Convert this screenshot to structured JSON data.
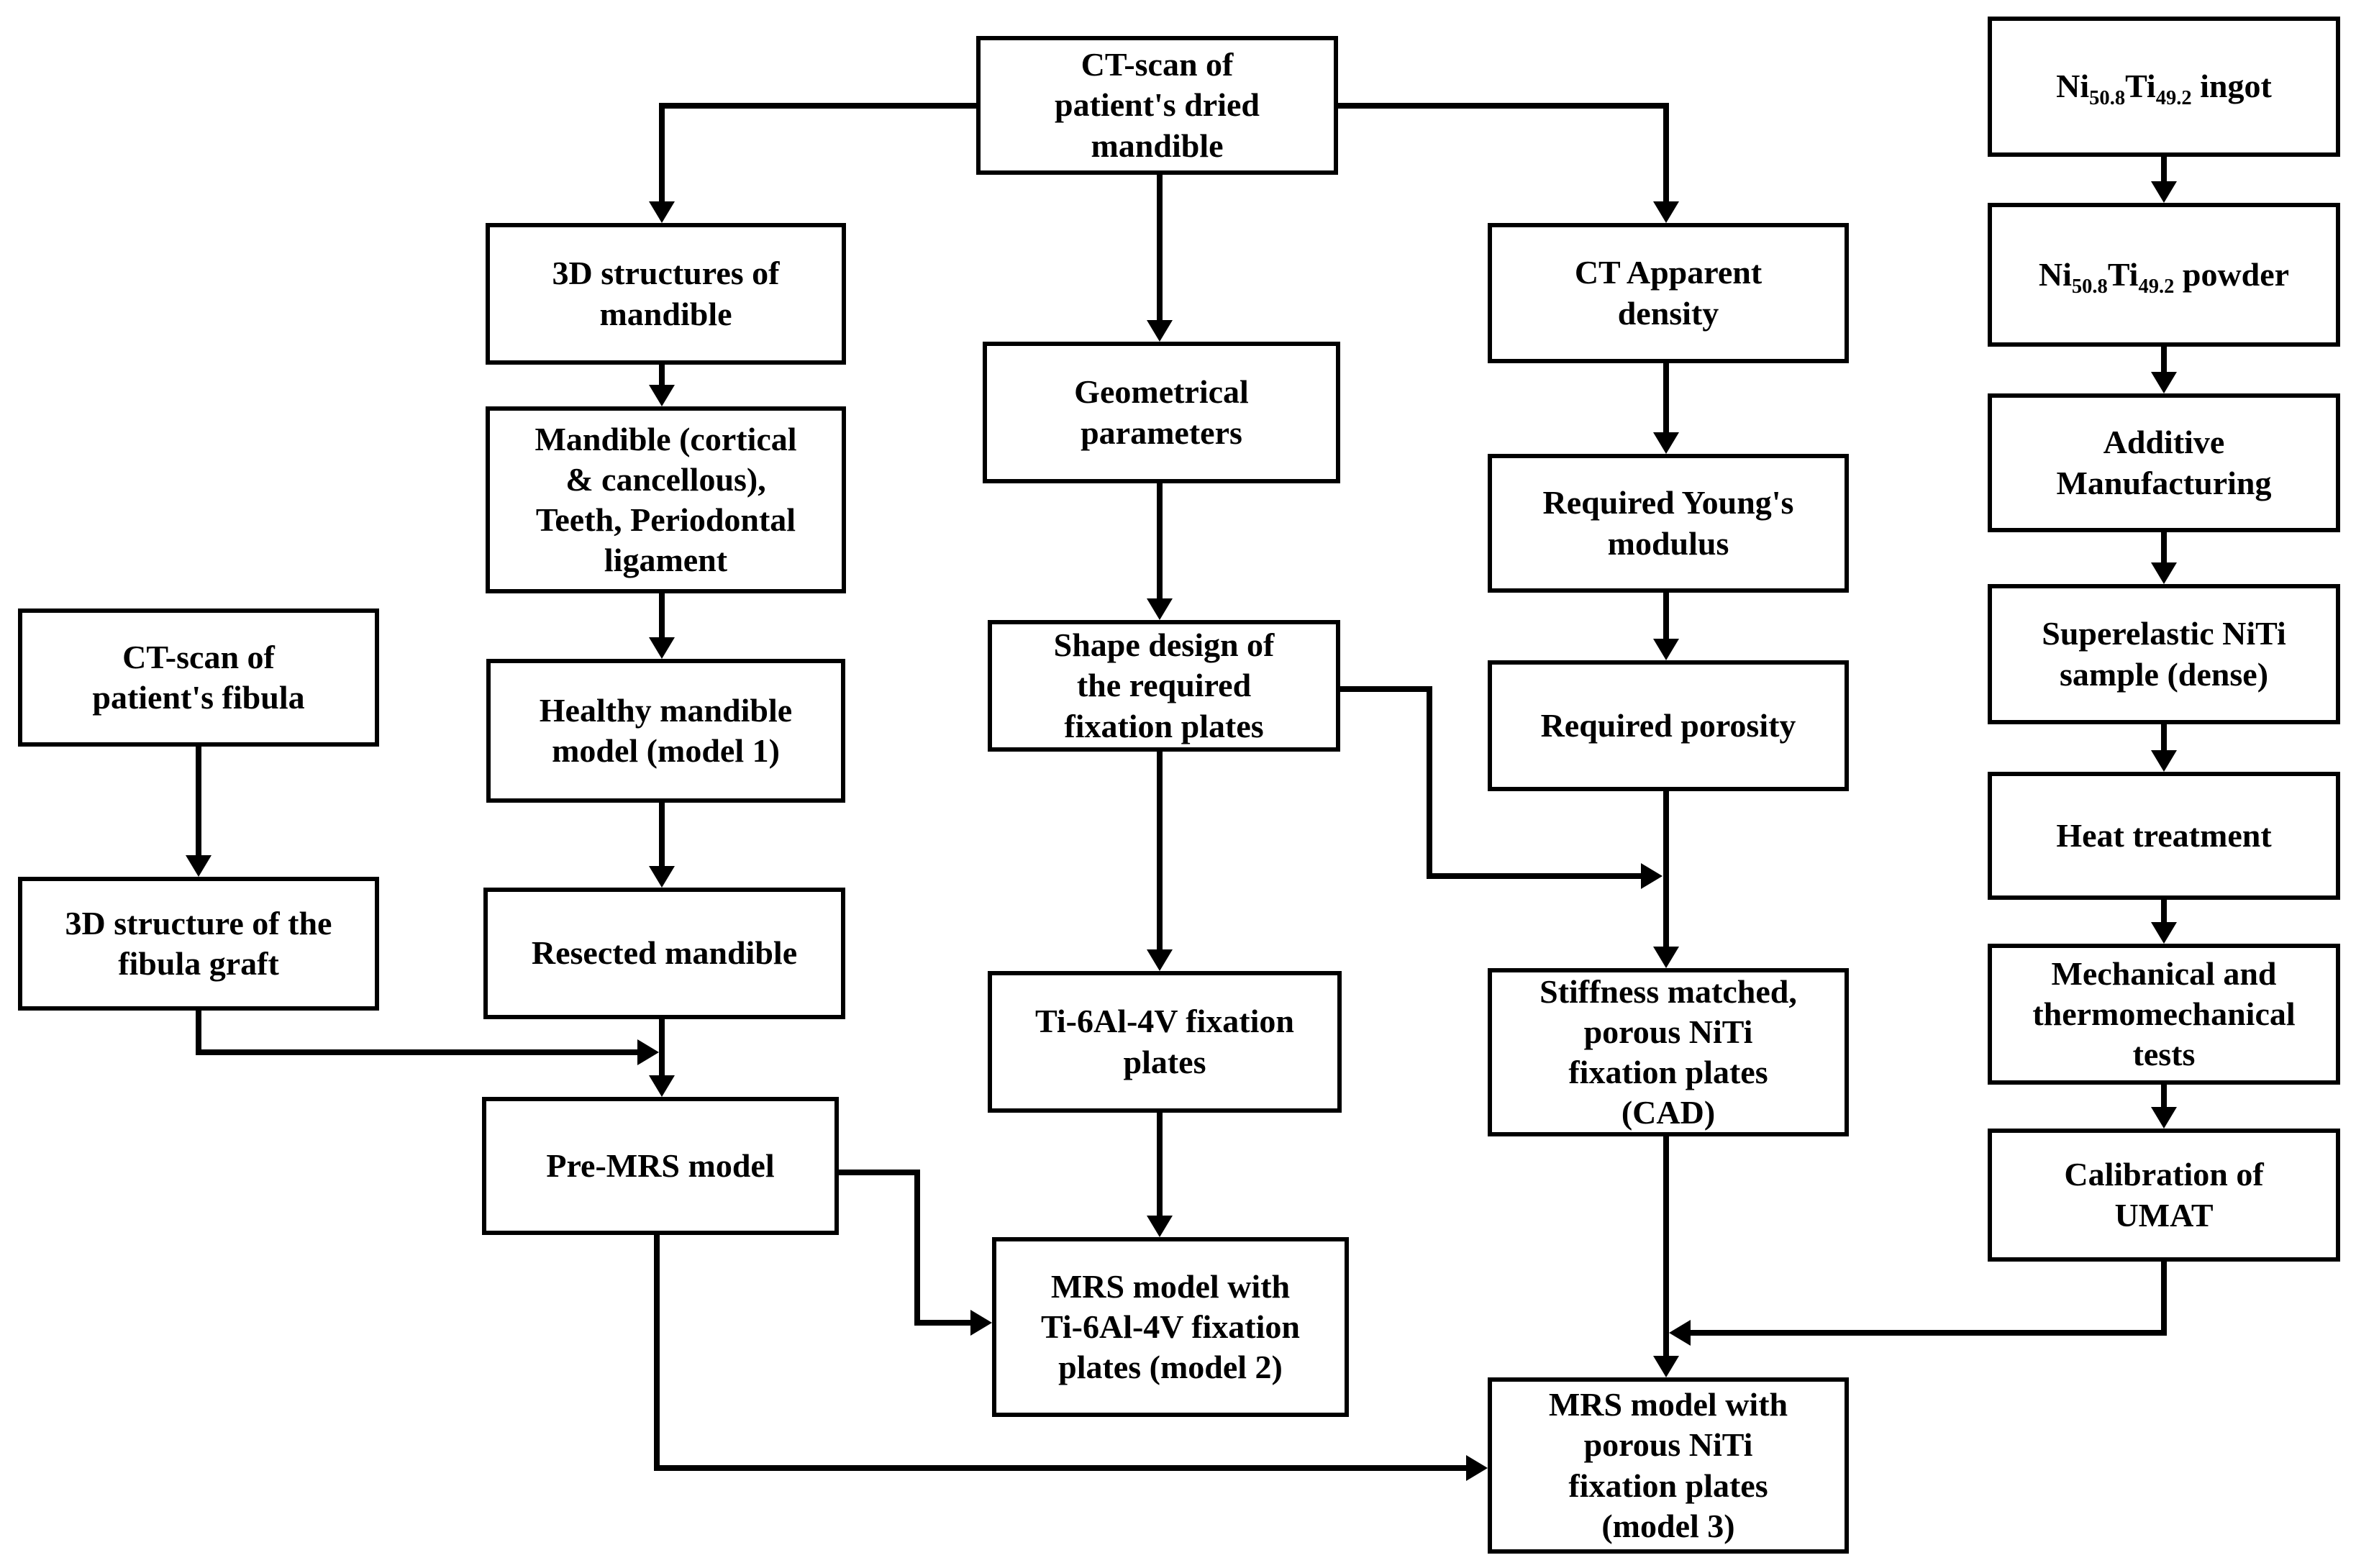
{
  "figure": {
    "type": "flowchart",
    "background_color": "#ffffff",
    "box_fill_color": "#ffffff",
    "box_border_color": "#000000",
    "line_color": "#000000",
    "text_color": "#000000"
  },
  "nodes": {
    "ct_mandible": {
      "label": "CT-scan of\npatient's dried\nmandible"
    },
    "structures_3d": {
      "label": "3D structures of\nmandible"
    },
    "mandible_parts": {
      "label": "Mandible (cortical\n& cancellous),\nTeeth, Periodontal\nligament"
    },
    "healthy_model": {
      "label": "Healthy mandible\nmodel (model 1)"
    },
    "resected": {
      "label": "Resected mandible"
    },
    "pre_mrs": {
      "label": "Pre-MRS model"
    },
    "ct_fibula": {
      "label": "CT-scan of\npatient's fibula"
    },
    "fibula_graft": {
      "label": "3D structure of the\nfibula graft"
    },
    "geom_params": {
      "label": "Geometrical\nparameters"
    },
    "shape_design": {
      "label": "Shape design of\nthe required\nfixation plates"
    },
    "ti_plates": {
      "label": "Ti-6Al-4V fixation\nplates"
    },
    "mrs_model2": {
      "label": "MRS model with\nTi-6Al-4V fixation\nplates (model 2)"
    },
    "ct_density": {
      "label": "CT Apparent\ndensity"
    },
    "youngs": {
      "label": "Required Young's\nmodulus"
    },
    "porosity": {
      "label": "Required porosity"
    },
    "stiffness": {
      "label": "Stiffness matched,\nporous NiTi\nfixation plates\n(CAD)"
    },
    "mrs_model3": {
      "label": "MRS model with\nporous NiTi\nfixation plates\n(model 3)"
    },
    "ingot": {
      "label": "Ni_{50.8}Ti_{49.2} ingot"
    },
    "powder": {
      "label": "Ni_{50.8}Ti_{49.2} powder"
    },
    "am": {
      "label": "Additive\nManufacturing"
    },
    "superelastic": {
      "label": "Superelastic NiTi\nsample (dense)"
    },
    "heat": {
      "label": "Heat treatment"
    },
    "mech_tests": {
      "label": "Mechanical and\nthermomechanical\ntests"
    },
    "umat": {
      "label": "Calibration of\nUMAT"
    }
  }
}
